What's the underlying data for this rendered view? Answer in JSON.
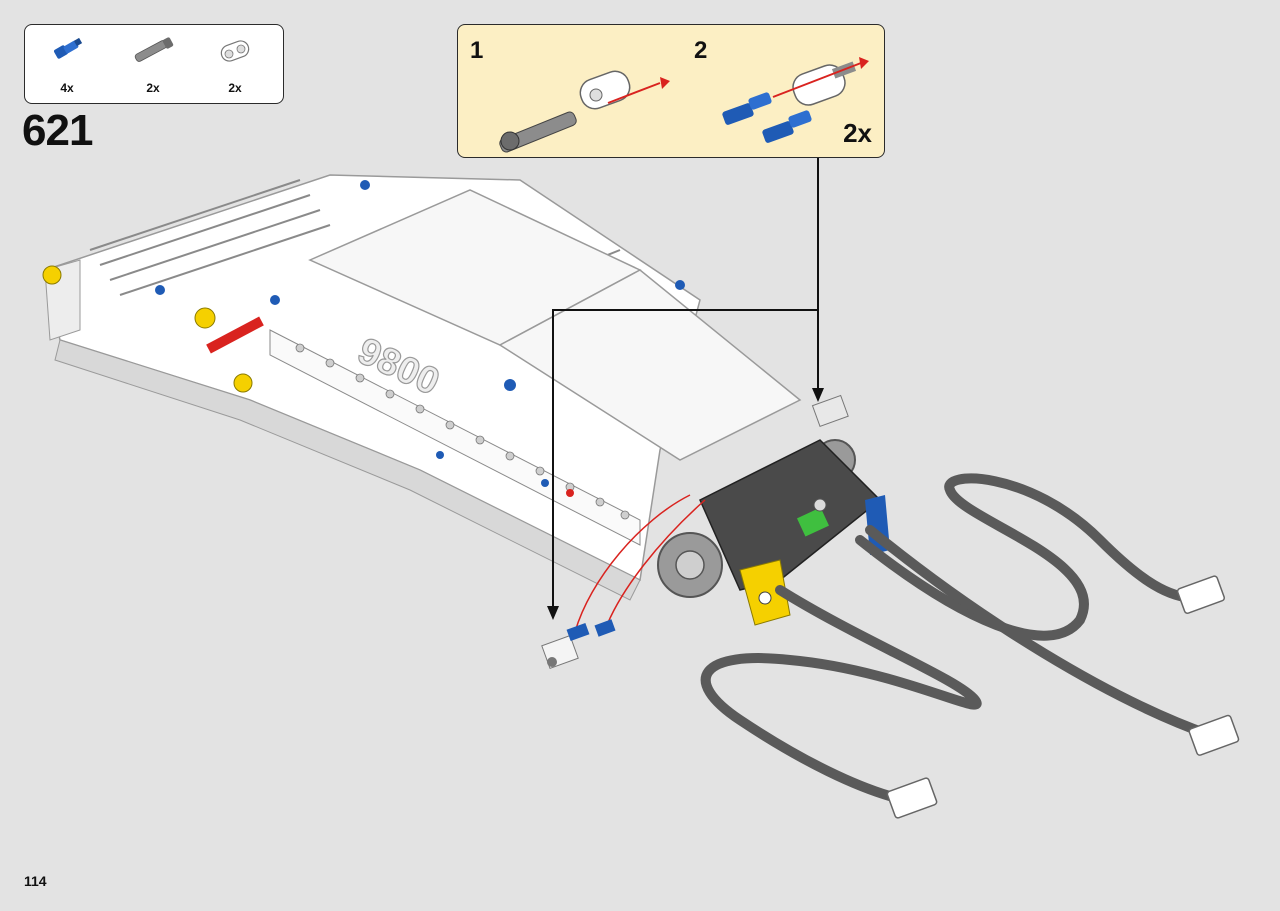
{
  "parts_list": {
    "items": [
      {
        "icon": "blue-axle-pin-icon",
        "qty": "4x"
      },
      {
        "icon": "gray-long-pin-icon",
        "qty": "2x"
      },
      {
        "icon": "white-connector-icon",
        "qty": "2x"
      }
    ]
  },
  "step": {
    "number": "621"
  },
  "callout": {
    "sub_steps": [
      "1",
      "2"
    ],
    "multiplier": "2x"
  },
  "page": {
    "number": "114"
  },
  "colors": {
    "background": "#e3e3e3",
    "callout_background": "#fcefc4",
    "lego_blue": "#1f5bb5",
    "lego_yellow": "#f5d000",
    "lego_red": "#d9231f",
    "lego_green": "#3fbf3f",
    "cable_gray": "#5a5a5a"
  }
}
